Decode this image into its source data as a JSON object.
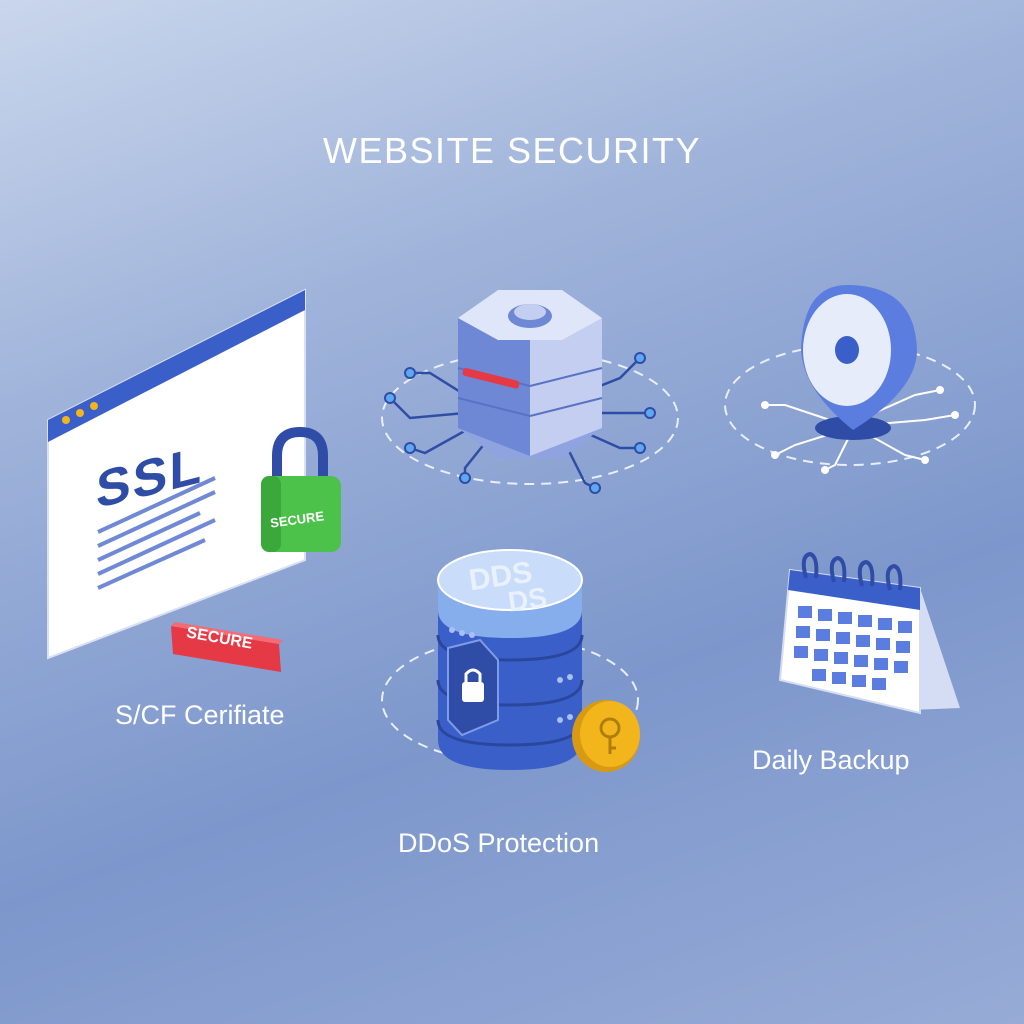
{
  "page": {
    "title": "WEBSITE SECURITY"
  },
  "features": {
    "ssl": {
      "browser_text": "SSL",
      "lock_badge": "SECURE",
      "tag_text": "SECURE",
      "caption": "S/CF Cerifiate"
    },
    "ddos": {
      "cylinder_text_1": "DDS",
      "cylinder_text_2": "DS",
      "caption": "DDoS Protection"
    },
    "backup": {
      "caption": "Daily Backup"
    }
  },
  "colors": {
    "accent_blue": "#3b5fc8",
    "secure_green": "#4cc24a",
    "secure_red": "#e53946",
    "coin_gold": "#f2b51c"
  },
  "icons": [
    "network-server-icon",
    "location-pin-icon",
    "padlock-icon",
    "coin-key-icon",
    "calendar-icon"
  ]
}
